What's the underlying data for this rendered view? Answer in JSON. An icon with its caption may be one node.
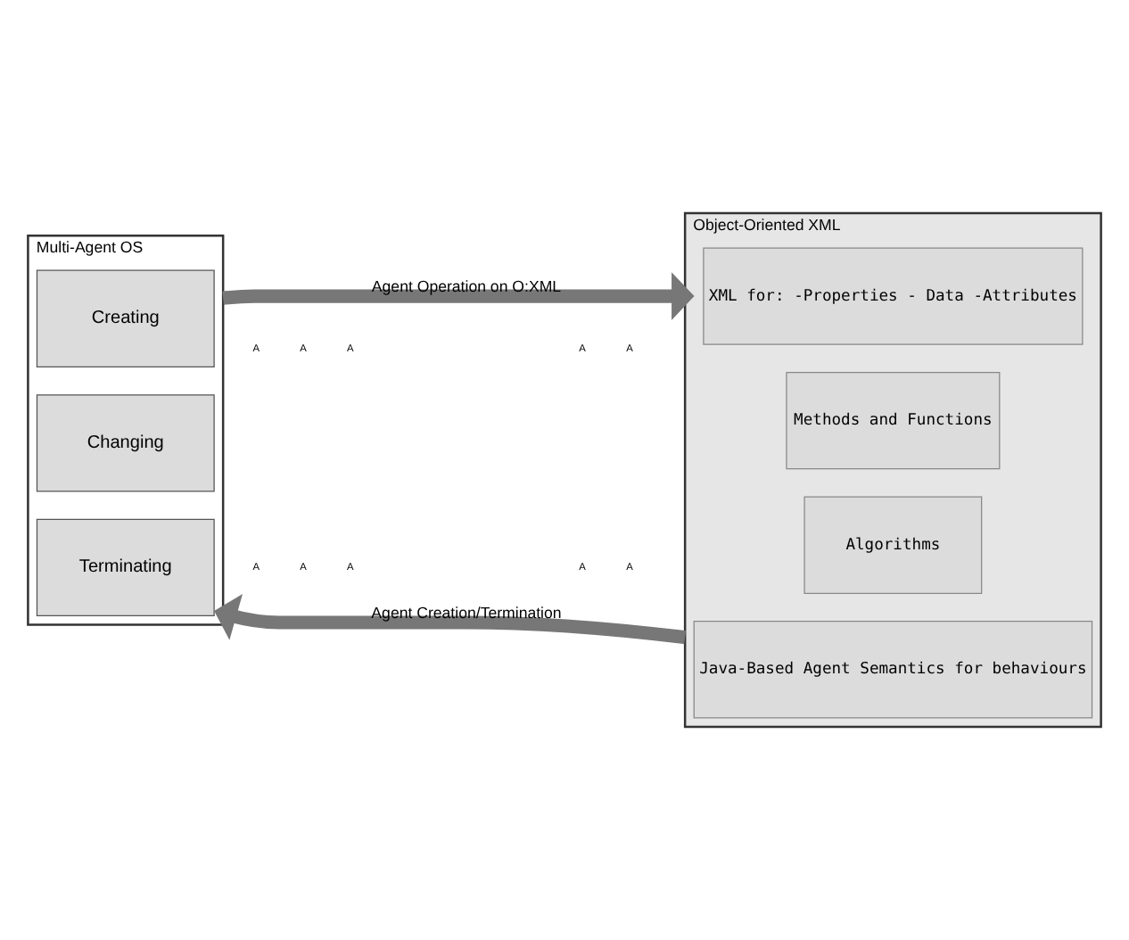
{
  "diagram": {
    "nodes": [
      {
        "text": [
          "Multi-Agent OS"
        ]
      },
      {
        "text": [
          "Creating"
        ],
        "in": 0
      },
      {
        "text": [
          "Changing"
        ],
        "in": 0
      },
      {
        "text": [
          "Terminating"
        ],
        "in": 0
      },
      {
        "text": [
          "Object-Oriented XML"
        ]
      },
      {
        "text": [
          "XML for: -Properties - Data -Attributes"
        ],
        "in": 4
      },
      {
        "text": [
          "Methods and Functions"
        ],
        "in": 4
      },
      {
        "text": [
          "Algorithms"
        ],
        "in": 4
      },
      {
        "text": [
          "Java-Based Agent Semantics for behaviours"
        ],
        "in": 4
      }
    ],
    "edges": [
      {
        "from": 0,
        "to": 4,
        "arrow": "to",
        "label": "Agent Operation on O:XML"
      },
      {
        "from": 4,
        "to": 0,
        "arrow": "to",
        "label": "Agent Creation/Termination"
      }
    ],
    "labels": [
      "A",
      "A",
      "A",
      "A",
      "A",
      "A",
      "A",
      "A",
      "A",
      "A"
    ]
  }
}
